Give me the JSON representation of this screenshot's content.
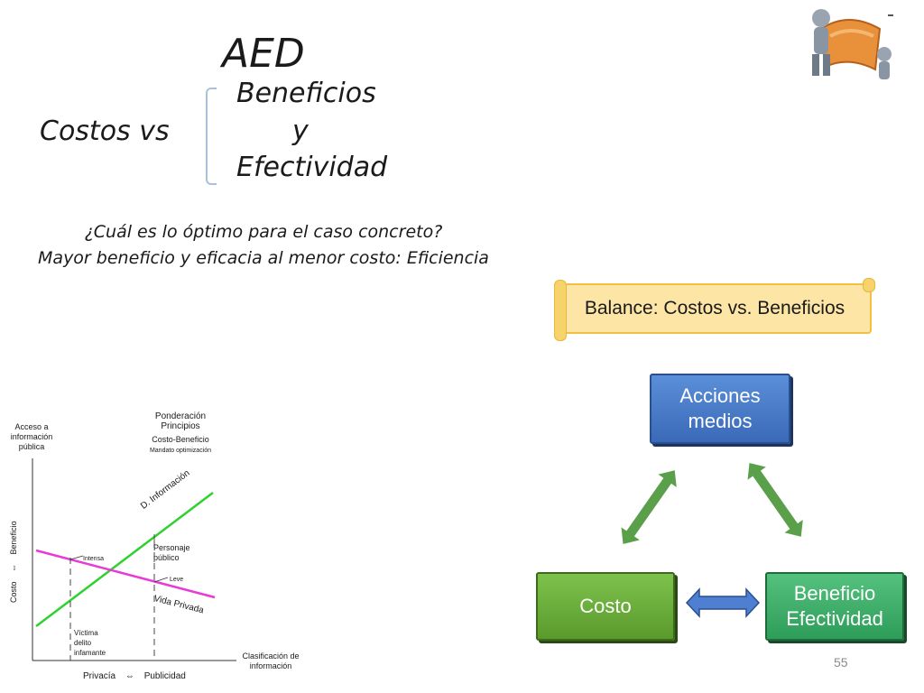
{
  "title": "AED",
  "heading": {
    "costos_vs": "Costos vs",
    "line1": "Beneficios",
    "line2": "y",
    "line3": "Efectividad"
  },
  "question": {
    "line1": "¿Cuál es lo óptimo para el caso concreto?",
    "line2": "Mayor beneficio y eficacia al menor costo: Eficiencia"
  },
  "scroll_label": "Balance: Costos vs. Beneficios",
  "cycle": {
    "top": "Acciones medios",
    "left": "Costo",
    "right": "Beneficio Efectividad",
    "colors": {
      "blue": "#4a7cc9",
      "green": "#6aae3c",
      "teal": "#3fae6a",
      "arrow_green": "#5aa04a",
      "arrow_blue": "#4e7fd0"
    }
  },
  "logo_icon": "figures-pushing-balance-icon",
  "chart": {
    "top_left_label": "Acceso a información pública",
    "top_center_title": "Ponderación Principios",
    "top_center_sub1": "Costo-Beneficio",
    "top_center_sub2": "Mandato optimización",
    "y_axis_costo": "Costo",
    "y_axis_arrow": "⇔",
    "y_axis_beneficio": "Beneficio",
    "label_d_info": "D. Información",
    "label_personaje": "Personaje público",
    "label_intensa": "Intensa",
    "label_leve": "Leve",
    "label_vida_privada": "Vida Privada",
    "label_victima": "Víctima delito infamante",
    "x_axis_right": "Clasificación de información",
    "x_axis_privacia": "Privacía",
    "x_axis_arrow": "⇔",
    "x_axis_publicidad": "Publicidad",
    "colors": {
      "green_line": "#2fd12f",
      "magenta_line": "#e83ad6"
    }
  },
  "page_number": "55"
}
